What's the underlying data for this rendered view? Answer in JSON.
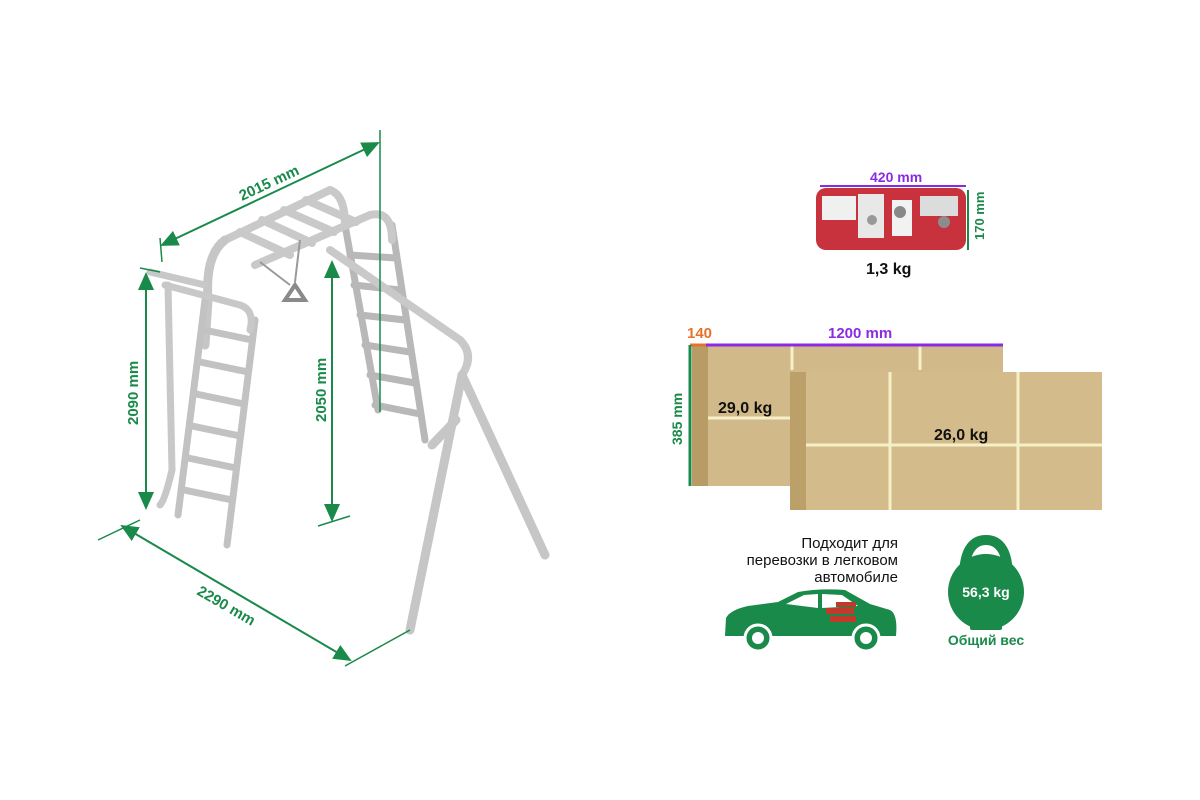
{
  "frame": {
    "width_dim": "2015 mm",
    "depth_dim": "2290 mm",
    "height_dim": "2090 mm",
    "ladder_height_dim": "2050 mm"
  },
  "hardware_pack": {
    "length": "420 mm",
    "height": "170 mm",
    "weight": "1,3 kg"
  },
  "boxes": {
    "depth": "140",
    "length": "1200 mm",
    "height": "385 mm",
    "box1_weight": "29,0 kg",
    "box2_weight": "26,0 kg"
  },
  "car_note": {
    "lines": [
      "Подходит для",
      "перевозки в легковом",
      "автомобиле"
    ]
  },
  "total": {
    "weight": "56,3 kg",
    "label": "Общий вес"
  },
  "colors": {
    "dimension_green": "#1a8a4a",
    "length_purple": "#8a2be2",
    "depth_orange": "#e8712a",
    "cardboard": "#d2b98a",
    "frame_gray": "#e6e6e6",
    "car_green": "#1a8a4a",
    "kettlebell_green": "#1a8a4a"
  },
  "icons": {
    "car": "car-icon",
    "kettlebell": "kettlebell-icon",
    "hardware": "hardware-pack-icon"
  }
}
